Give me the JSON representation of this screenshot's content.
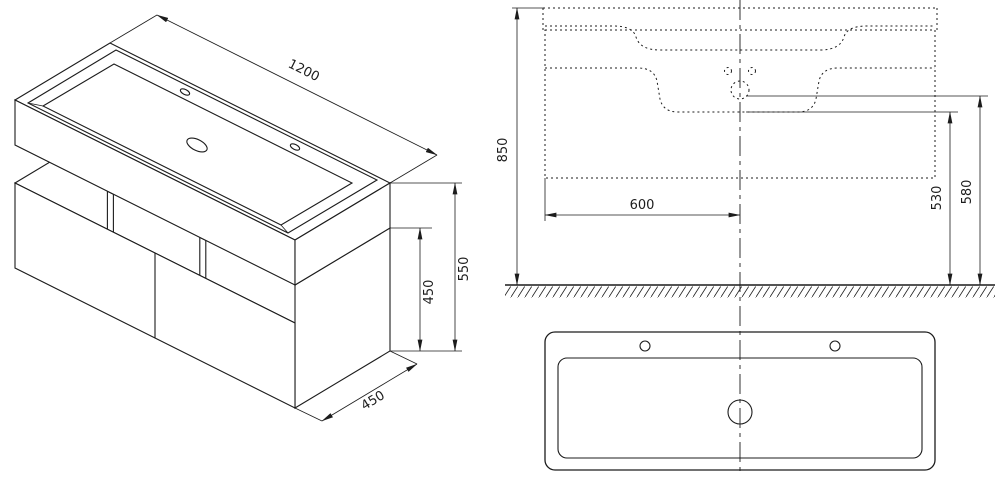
{
  "colors": {
    "background": "#ffffff",
    "line": "#1c1c1c"
  },
  "isometric_view": {
    "width_mm": "1200",
    "total_height_mm": "550",
    "cabinet_height_mm": "450",
    "depth_mm": "450"
  },
  "front_view": {
    "overall_height_mm": "850",
    "drawer_width_mm": "600",
    "height_530_mm": "530",
    "height_580_mm": "580"
  }
}
